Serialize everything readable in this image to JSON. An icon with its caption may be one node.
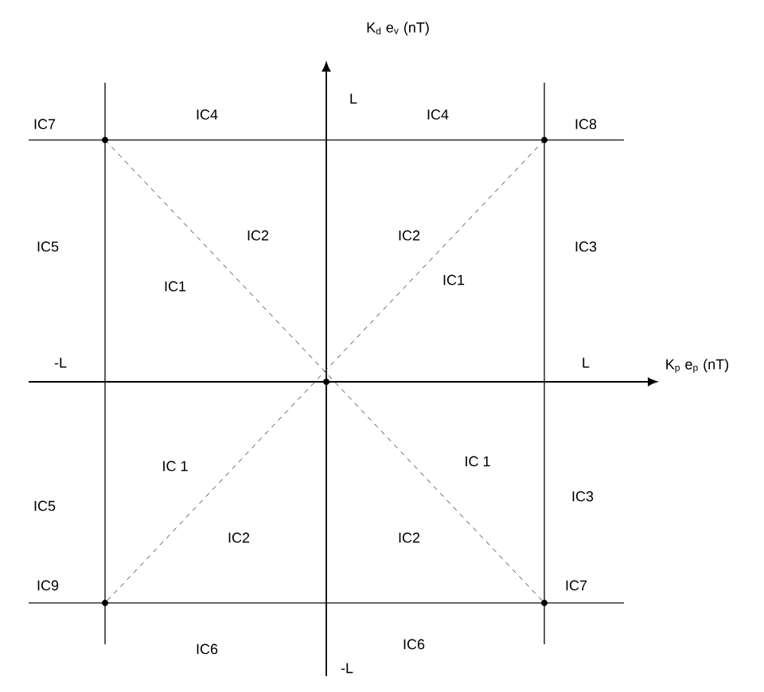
{
  "diagram": {
    "labels": [
      "K$_{d}$ e$_{v}$ (nT)",
      "L",
      "IC7",
      "IC4",
      "IC4",
      "IC8",
      "IC2",
      "IC2",
      "IC5",
      "IC3",
      "IC1",
      "IC1",
      "-L",
      "L",
      "K$_{p}$ e$_{p}$ (nT)",
      "IC 1",
      "IC 1",
      "IC5",
      "IC3",
      "IC2",
      "IC2",
      "IC9",
      "IC7",
      "IC6",
      "IC6",
      "-L"
    ]
  }
}
